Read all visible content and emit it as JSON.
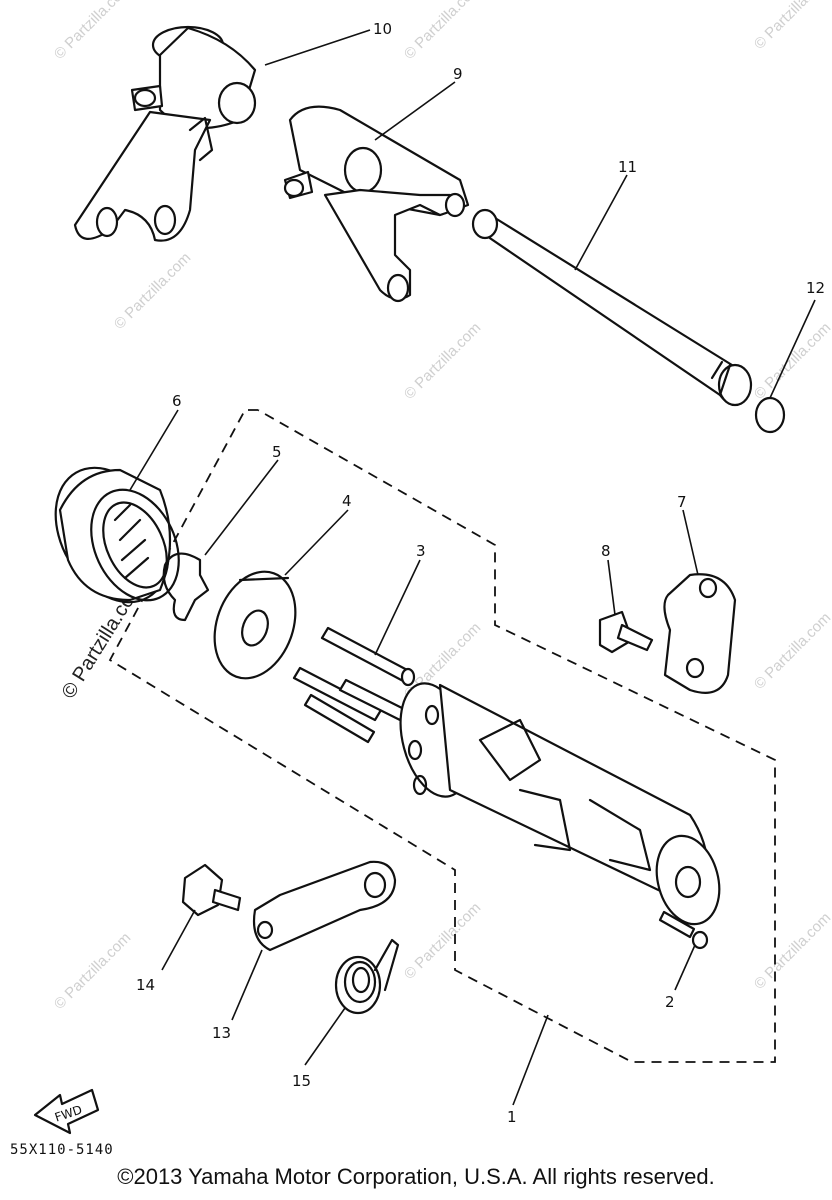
{
  "diagram": {
    "code": "55X110-5140",
    "copyright": "©2013  Yamaha Motor Corporation, U.S.A. All rights reserved.",
    "watermark": "© Partzilla.com",
    "fwd_label": "FWD",
    "callouts": [
      "1",
      "2",
      "3",
      "4",
      "5",
      "6",
      "7",
      "8",
      "9",
      "10",
      "11",
      "12",
      "13",
      "14",
      "15"
    ]
  }
}
